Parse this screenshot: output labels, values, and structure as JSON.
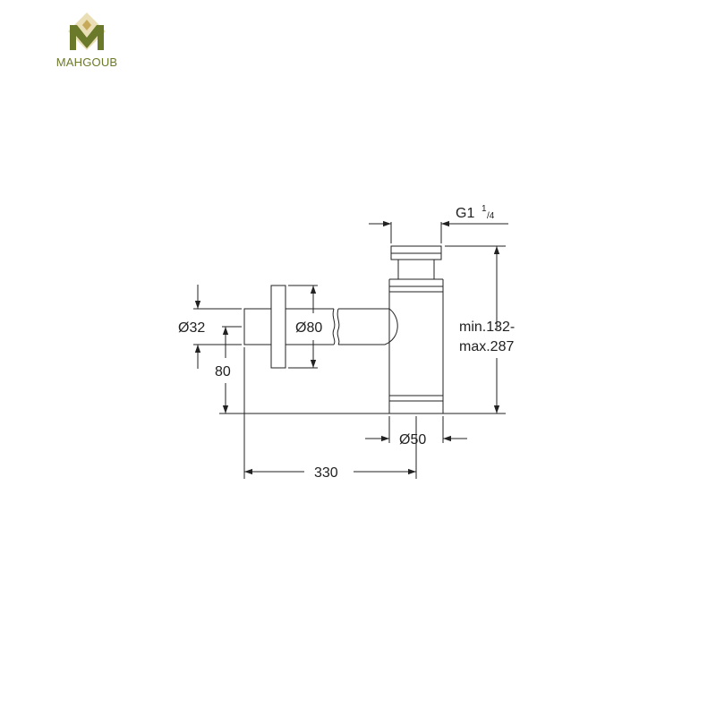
{
  "brand": {
    "name": "MAHGOUB",
    "color": "#6b7a2a",
    "accent": "#c7a95a"
  },
  "drawing": {
    "line_color": "#222222",
    "labels": {
      "thread": "G1",
      "thread_fraction_num": "1",
      "thread_fraction_den": "/4",
      "inlet_diameter": "Ø32",
      "rosette_diameter": "Ø80",
      "inlet_height": "80",
      "outlet_diameter": "Ø50",
      "length": "330",
      "height_min": "min.132-",
      "height_max": "max.287"
    }
  }
}
